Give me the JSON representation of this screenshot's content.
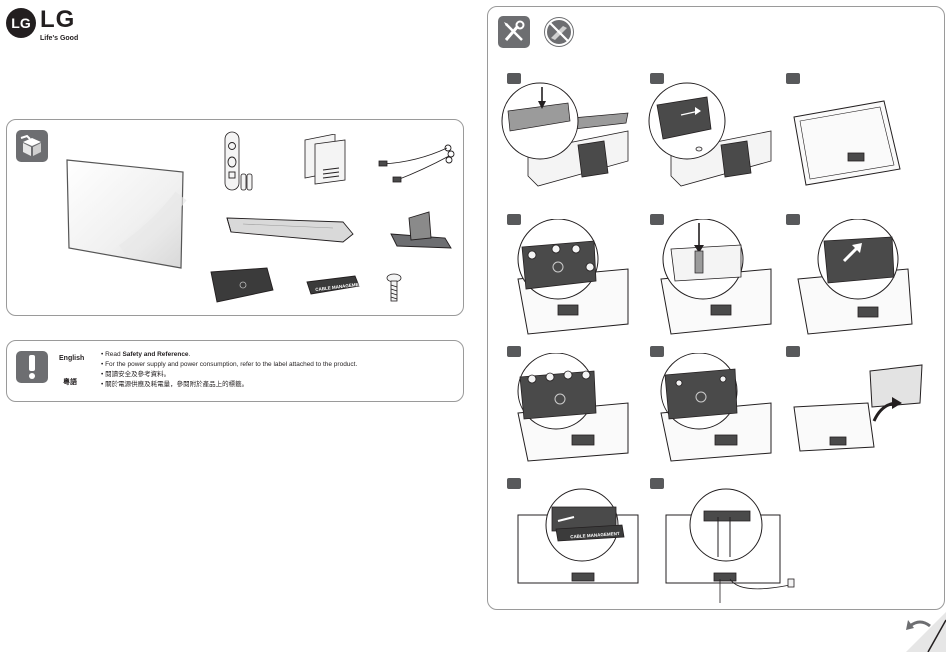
{
  "brand": {
    "logo_letters": "LG",
    "wordmark": "LG",
    "tagline": "Life's Good"
  },
  "components": {
    "items": [
      {
        "icon": "tv-panel-icon"
      },
      {
        "icon": "remote-and-batteries-icon"
      },
      {
        "icon": "manuals-icon"
      },
      {
        "icon": "cables-icon"
      },
      {
        "icon": "stand-base-icon"
      },
      {
        "icon": "stand-bracket-icon"
      },
      {
        "icon": "back-cover-icon"
      },
      {
        "icon": "cable-management-icon"
      },
      {
        "icon": "screw-icon"
      }
    ],
    "cable_label": "CABLE MANAGEMENT"
  },
  "notes": {
    "lang_en": "English",
    "lang_zh": "粵語",
    "line1_prefix": "• Read ",
    "line1_bold": "Safety and Reference",
    "line1_suffix": ".",
    "line2": "• For the power supply and power consumption, refer to the label attached to the product.",
    "line3": "• 閱讀安全及參考資料。",
    "line4": "• 關於電源供應及耗電量，參閱附於產品上的標籤。"
  },
  "steps": {
    "tool_icons": [
      "screwdriver-wrench-icon",
      "no-power-tool-icon"
    ],
    "count": 11,
    "cable_label": "CABLE MANAGEMENT"
  },
  "colors": {
    "border": "#9a9a9a",
    "icon_tile": "#6d6e71",
    "step_badge": "#58595b",
    "ink": "#231f20"
  }
}
